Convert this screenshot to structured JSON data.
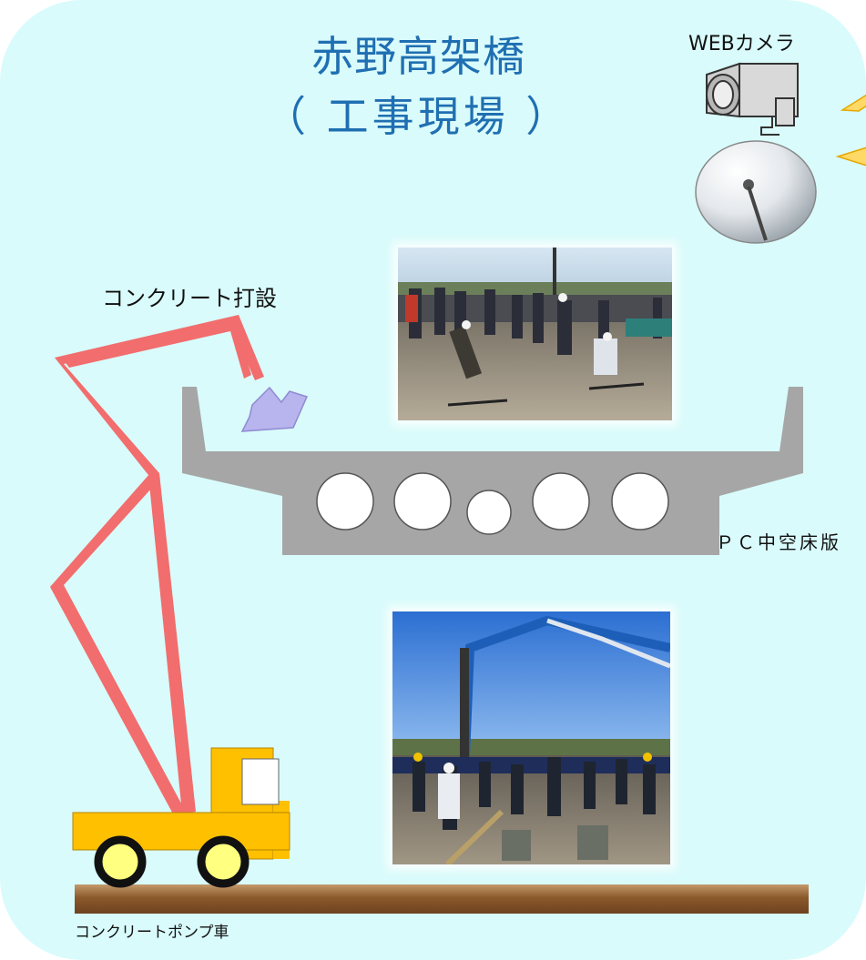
{
  "title": {
    "line1": "赤野高架橋",
    "line2": "（ 工事現場 ）"
  },
  "labels": {
    "web_camera": "WEBカメラ",
    "concrete_pouring": "コンクリート打設",
    "pc_hollow_slab": "ＰＣ中空床版",
    "concrete_pump_truck": "コンクリートポンプ車"
  },
  "icons": [
    "security-camera-icon",
    "dome-camera-icon"
  ],
  "colors": {
    "background": "#d9fbfb",
    "title": "#1f6fb2",
    "slab": "#a6a6a6",
    "boom": "#f26d6d",
    "truck": "#ffc000",
    "ground": "#8b5a2b",
    "arrow": "#b8b4ee"
  }
}
